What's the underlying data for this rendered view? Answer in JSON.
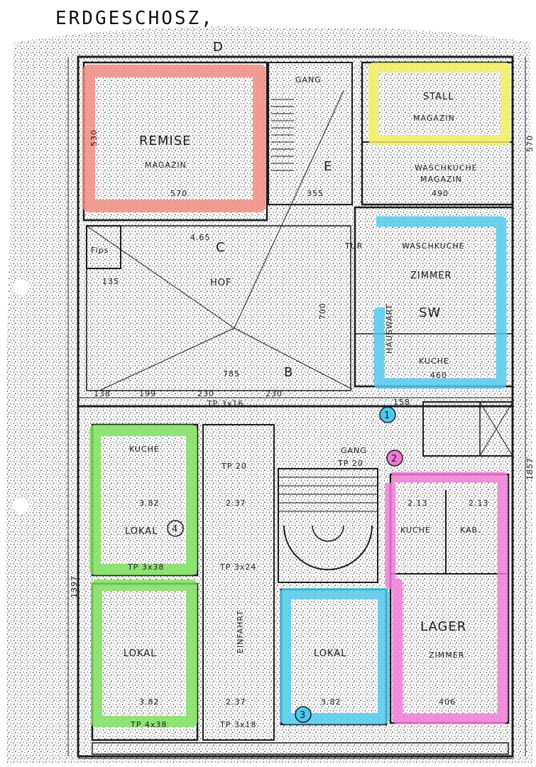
{
  "title": "ERDGESCHOSZ,",
  "colors": {
    "paper": "#ffffff",
    "stipple": "#2a2a2a",
    "red": "#f08a7e",
    "yellow": "#f2ef5a",
    "blue": "#4ec9ee",
    "green": "#7be05a",
    "pink": "#f07ad7",
    "lines": "#1c1c1c"
  },
  "rooms": {
    "remise": "REMISE",
    "remise_sub": "MAGAZIN",
    "stall": "STALL",
    "stall_sub": "MAGAZIN",
    "waschkuche_mag": "WASCHKUCHE",
    "waschkuche_mag_sub": "MAGAZIN",
    "waschkuche": "WASCHKUCHE",
    "zimmer_sw": "ZIMMER",
    "sw": "SW",
    "kuche_sw": "KUCHE",
    "hof": "HOF",
    "gang_top": "GANG",
    "gang_mid": "GANG",
    "kuche_4": "KUCHE",
    "lokal_4": "LOKAL",
    "lokal_green": "LOKAL",
    "lokal_3": "LOKAL",
    "kuche_2": "KUCHE",
    "kab": "KAB.",
    "lager": "LAGER",
    "zimmer_2": "ZIMMER",
    "einfahrt": "EINFAHRT",
    "hauswart": "HAUSWART",
    "fips": "Fips",
    "tur": "TUR"
  },
  "markers": [
    "1",
    "2",
    "3",
    "4"
  ],
  "section_letters": [
    "D",
    "C",
    "B",
    "E"
  ],
  "dimensions": {
    "d570_top": "570",
    "d355": "355",
    "d490": "490",
    "d465": "4.65",
    "d135": "135",
    "d785": "785",
    "d700": "700",
    "d460": "460",
    "d138": "138",
    "d199": "199",
    "d230a": "230",
    "d230b": "230",
    "d158": "158",
    "d382a": "3.82",
    "d237a": "2.37",
    "d382b": "3.82",
    "d237b": "2.37",
    "d382c": "3.82",
    "d406": "406",
    "d213a": "2.13",
    "d213b": "2.13",
    "d530": "530",
    "d570_right": "570",
    "d1857": "1857",
    "d1397": "1397",
    "tp3x38": "TP 3x38",
    "tp3x24": "TP 3x24",
    "tp4x38": "TP 4x38",
    "tp3x18": "TP 3x18",
    "tp3x16": "TP 3x16",
    "tp20a": "TP 20",
    "tp20b": "TP 20"
  }
}
